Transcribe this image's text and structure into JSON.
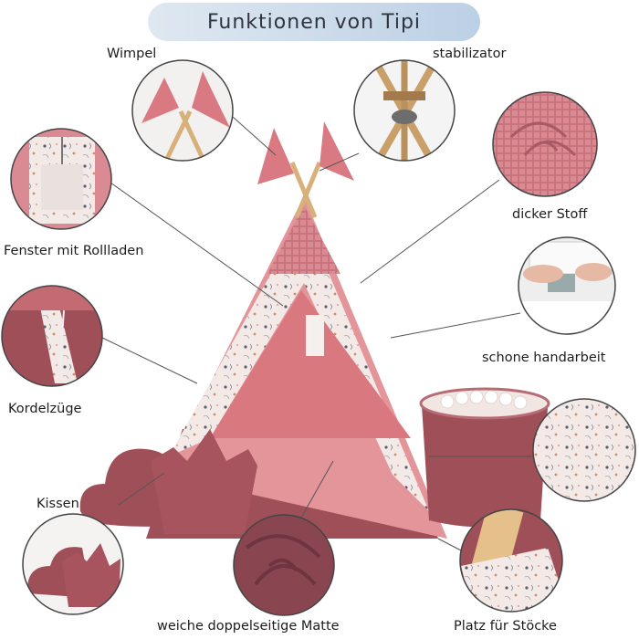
{
  "title": "Funktionen von Tipi",
  "features": {
    "wimpel": "Wimpel",
    "stabilizator": "stabilizator",
    "dicker_stoff": "dicker Stoff",
    "fenster": "Fenster mit Rollladen",
    "handarbeit": "schone handarbeit",
    "kordelzuege": "Kordelzüge",
    "kissen": "Kissen",
    "matte": "weiche doppelseitige Matte",
    "stoecke": "Platz für Stöcke"
  },
  "colors": {
    "title_pill": "#c7d8ea",
    "tent_rose": "#e08a8f",
    "tent_inside": "#d9787f",
    "velvet": "#9e4f58",
    "flag": "#d97a82",
    "pattern_bg": "#f3e9e6",
    "wood": "#d8b07a"
  }
}
